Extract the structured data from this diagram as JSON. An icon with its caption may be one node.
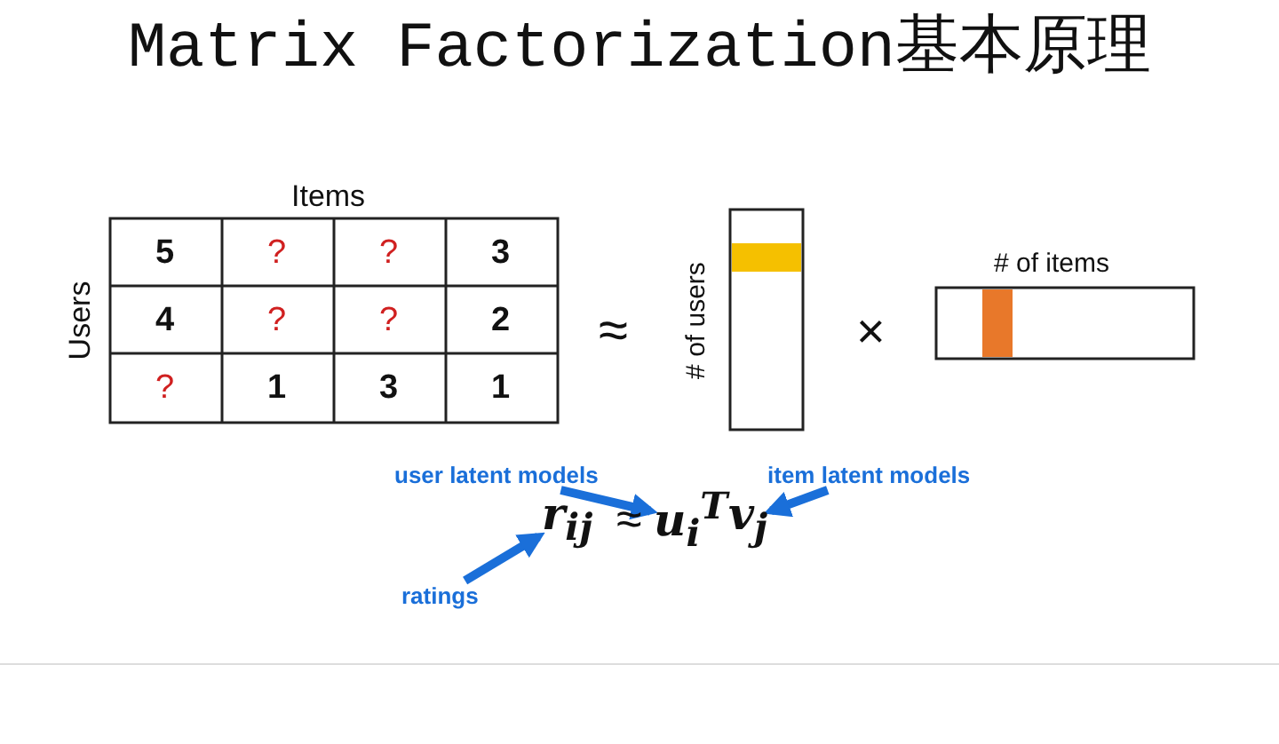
{
  "diagram": {
    "title": "Matrix Factorization基本原理",
    "nodes": [
      {
        "text": [
          "ratings"
        ]
      },
      {
        "text": [
          "r$_{ij}$"
        ]
      },
      {
        "text": [
          "user latent models"
        ]
      },
      {
        "text": [
          "u$_{i}$$^{T}$"
        ]
      },
      {
        "text": [
          "item latent models"
        ]
      },
      {
        "text": [
          "v$_{j}$"
        ]
      }
    ],
    "edges": [
      {
        "from": 0,
        "to": 1,
        "arrow": "to"
      },
      {
        "from": 2,
        "to": 3,
        "arrow": "to"
      },
      {
        "from": 4,
        "to": 5,
        "arrow": "to"
      }
    ],
    "labels": [
      "Items",
      "Users",
      "5",
      "?",
      "?",
      "3",
      "4",
      "?",
      "?",
      "2",
      "?",
      "1",
      "3",
      "1",
      "≈",
      "# of users",
      "×",
      "# of items",
      "≈"
    ]
  }
}
